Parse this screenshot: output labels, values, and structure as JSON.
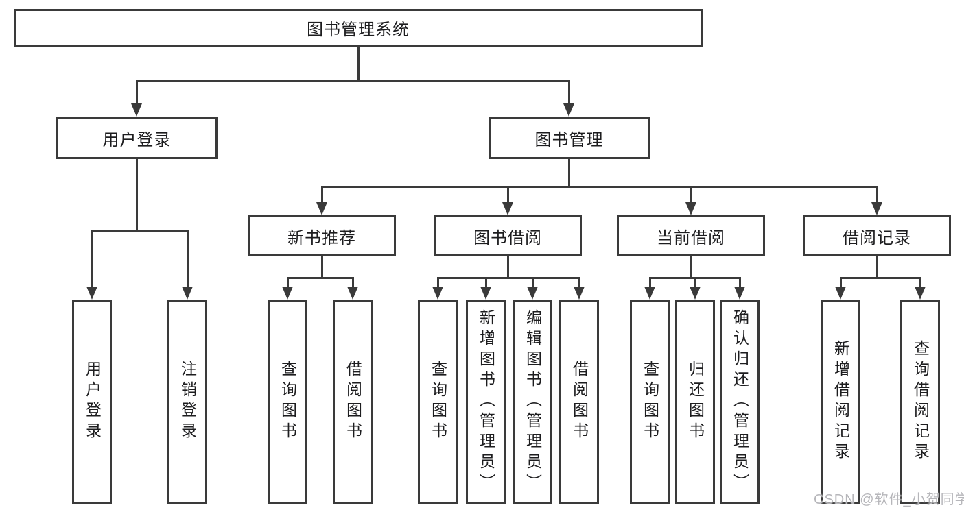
{
  "diagram": {
    "title": "图书管理系统",
    "tree": {
      "root": {
        "label": "图书管理系统"
      },
      "level2": [
        {
          "label": "用户登录",
          "children": [
            {
              "label": "用户登录"
            },
            {
              "label": "注销登录"
            }
          ]
        },
        {
          "label": "图书管理",
          "children": [
            {
              "label": "新书推荐",
              "children": [
                {
                  "label": "查询图书"
                },
                {
                  "label": "借阅图书"
                }
              ]
            },
            {
              "label": "图书借阅",
              "children": [
                {
                  "label": "查询图书"
                },
                {
                  "label": "新增图书（管理员）"
                },
                {
                  "label": "编辑图书（管理员）"
                },
                {
                  "label": "借阅图书"
                }
              ]
            },
            {
              "label": "当前借阅",
              "children": [
                {
                  "label": "查询图书"
                },
                {
                  "label": "归还图书"
                },
                {
                  "label": "确认归还（管理员）"
                }
              ]
            },
            {
              "label": "借阅记录",
              "children": [
                {
                  "label": "新增借阅记录"
                },
                {
                  "label": "查询借阅记录"
                }
              ]
            }
          ]
        }
      ]
    },
    "colors": {
      "line": "#3a3a3a",
      "text": "#1d1d1f",
      "background": "#ffffff",
      "watermark": "#b6b6ba"
    }
  },
  "watermark": {
    "text": "CSDN @软件_小贺同学"
  }
}
